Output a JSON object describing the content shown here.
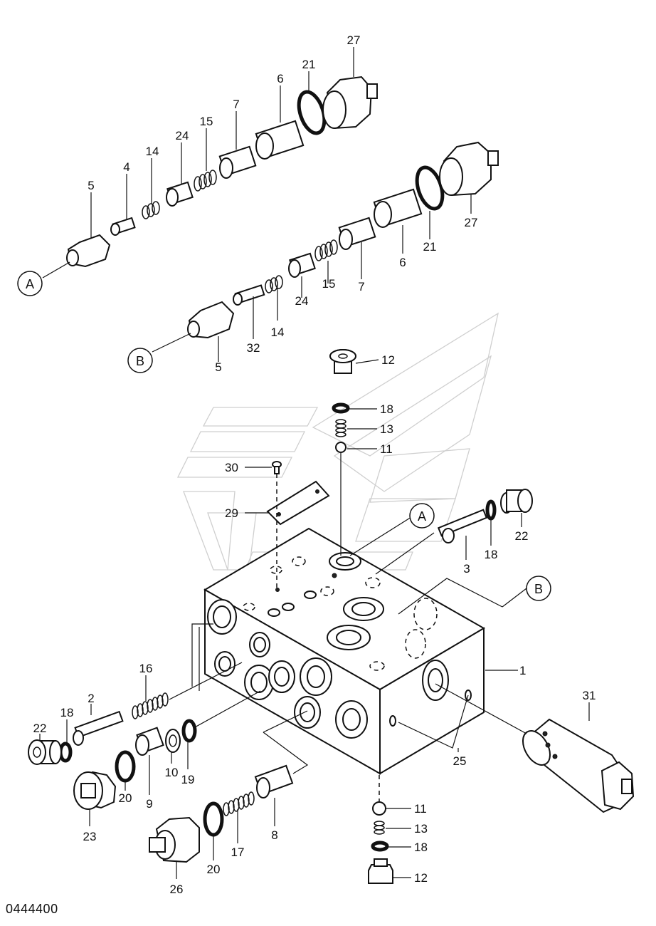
{
  "drawing_code": "0444400",
  "refs": {
    "a1": "A",
    "b1": "B",
    "a2": "A",
    "b2": "B"
  },
  "callouts": {
    "c27t": "27",
    "c21t": "21",
    "c6t": "6",
    "c7t": "7",
    "c15t": "15",
    "c24t": "24",
    "c14t": "14",
    "c4t": "4",
    "c5t": "5",
    "c27b": "27",
    "c21b": "21",
    "c6b": "6",
    "c7b": "7",
    "c15b": "15",
    "c24b": "24",
    "c14b": "14",
    "c32b": "32",
    "c5b": "5",
    "c12a": "12",
    "c18a": "18",
    "c13a": "13",
    "c11a": "11",
    "c30": "30",
    "c29": "29",
    "c22a": "22",
    "c18b": "18",
    "c3": "3",
    "c1": "1",
    "c31": "31",
    "c25": "25",
    "c16": "16",
    "c2": "2",
    "c18c": "18",
    "c22b": "22",
    "c23": "23",
    "c20a": "20",
    "c9": "9",
    "c10": "10",
    "c19": "19",
    "c8": "8",
    "c17": "17",
    "c20b": "20",
    "c26": "26",
    "c11b": "11",
    "c13b": "13",
    "c18d": "18",
    "c12b": "12"
  }
}
